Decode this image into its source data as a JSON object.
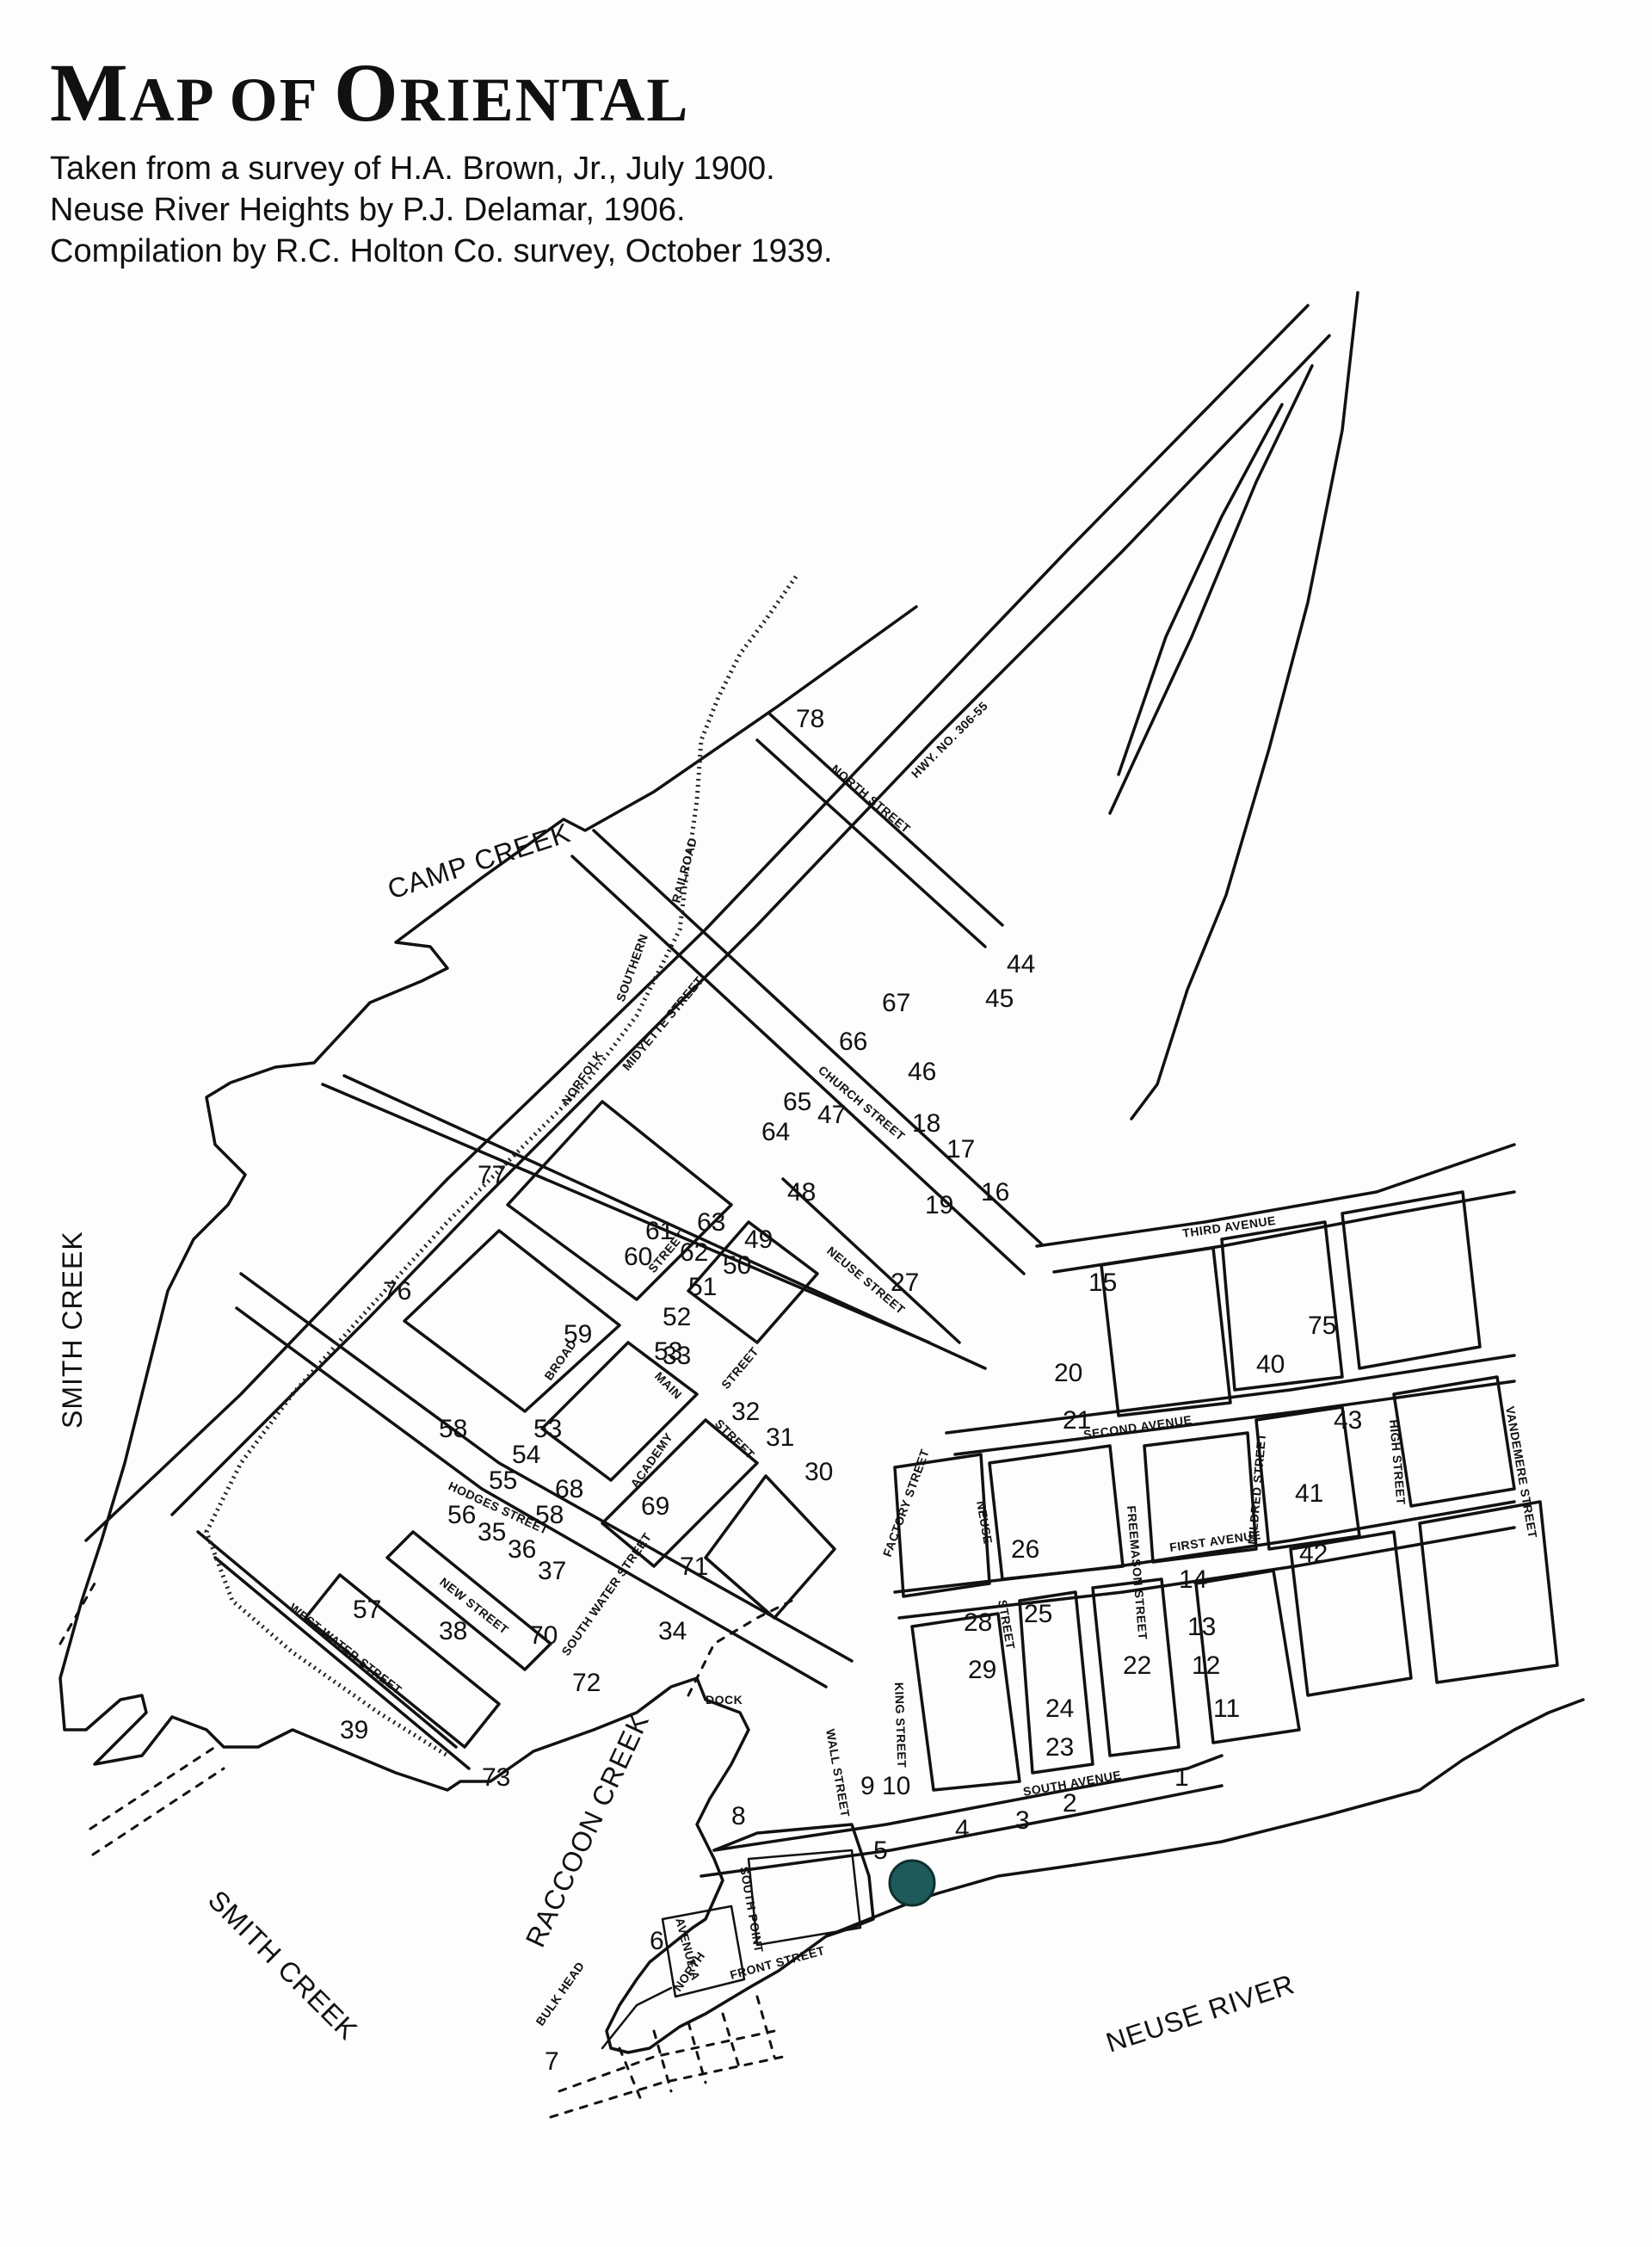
{
  "title": {
    "first_letter": "M",
    "rest_1": "AP OF ",
    "first_letter_2": "O",
    "rest_2": "RIENTAL"
  },
  "subtitle_lines": [
    "Taken from a survey of H.A. Brown, Jr., July 1900.",
    "Neuse River Heights by P.J. Delamar, 1906.",
    "Compilation by R.C. Holton Co. survey, October 1939."
  ],
  "water_labels": {
    "camp_creek": "CAMP CREEK",
    "smith_creek_vertical": "SMITH CREEK",
    "smith_creek_lower": "SMITH CREEK",
    "raccoon_creek": "RACCOON CREEK",
    "neuse_river": "NEUSE RIVER"
  },
  "street_labels": {
    "hwy": "HWY. NO. 306-55",
    "north_street": "NORTH STREET",
    "railroad": "RAILROAD",
    "southern": "SOUTHERN",
    "norfolk": "NORFOLK",
    "midyette_street": "MIDYETTE STREET",
    "church_street": "CHURCH STREET",
    "neuse_street": "NEUSE STREET",
    "third_avenue": "THIRD AVENUE",
    "second_avenue": "SECOND AVENUE",
    "first_avenue": "FIRST AVENUE",
    "south_avenue": "SOUTH AVENUE",
    "broad_street_a": "BROAD",
    "broad_street_b": "STREET",
    "main_street_a": "MAIN",
    "main_street_b": "STREET",
    "academy_street_a": "ACADEMY",
    "academy_street_b": "STREET",
    "factory_street": "FACTORY STREET",
    "hodges_street": "HODGES STREET",
    "new_street": "NEW STREET",
    "west_water_street": "WEST WATER STREET",
    "south_water_street": "SOUTH WATER STREET",
    "neuse_street_short": "NEUSE",
    "street_word": "STREET",
    "freemason_street": "FREEMASON STREET",
    "mildred_street": "MILDRED STREET",
    "high_street": "HIGH STREET",
    "vandemere_street": "VANDEMERE STREET",
    "king_street": "KING STREET",
    "wall_street": "WALL STREET",
    "dock": "DOCK",
    "south_point": "SOUTH POINT",
    "avenue_a": "AVENUE A",
    "north": "NORTH",
    "front_street": "FRONT STREET",
    "bulk_head": "BULK HEAD"
  },
  "lot_numbers": [
    "78",
    "67",
    "44",
    "45",
    "66",
    "46",
    "65",
    "64",
    "18",
    "17",
    "16",
    "47",
    "48",
    "19",
    "63",
    "62",
    "61",
    "60",
    "49",
    "50",
    "51",
    "52",
    "53",
    "27",
    "15",
    "20",
    "21",
    "59",
    "33",
    "40",
    "75",
    "43",
    "32",
    "31",
    "30",
    "58",
    "53",
    "54",
    "55",
    "68",
    "58",
    "69",
    "56",
    "35",
    "36",
    "37",
    "26",
    "41",
    "42",
    "76",
    "77",
    "14",
    "13",
    "12",
    "11",
    "57",
    "38",
    "71",
    "70",
    "72",
    "34",
    "28",
    "29",
    "25",
    "24",
    "23",
    "22",
    "39",
    "73",
    "9",
    "10",
    "1",
    "2",
    "3",
    "4",
    "5",
    "8",
    "6",
    "7"
  ],
  "marker_color": "#1f5a5a"
}
